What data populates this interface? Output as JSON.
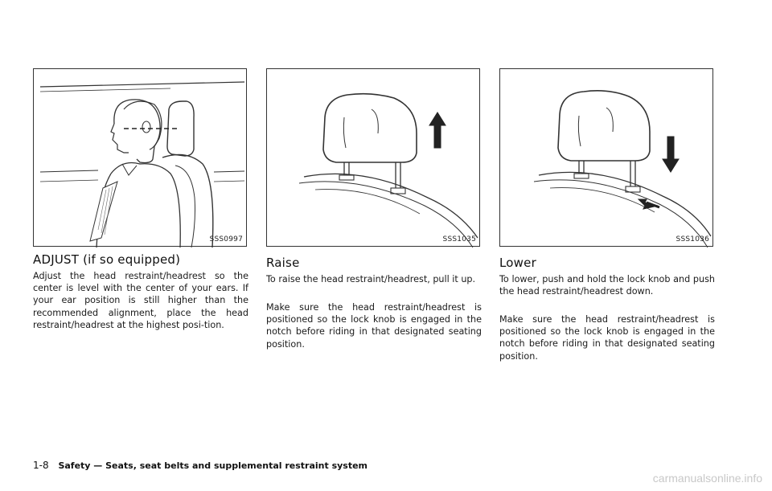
{
  "sections": [
    {
      "figure_code": "SSS0997",
      "heading": "ADJUST (if so equipped)",
      "paragraphs": [
        "Adjust the head restraint/headrest so the center is level with the center of your ears. If your ear position is still higher than the recommended alignment, place the head restraint/headrest at the highest posi-tion."
      ]
    },
    {
      "figure_code": "SSS1035",
      "heading": "Raise",
      "paragraphs": [
        "To raise the head restraint/headrest, pull it up.",
        "Make sure the head restraint/headrest is positioned so the lock knob is engaged in the notch before riding in that designated seating position."
      ]
    },
    {
      "figure_code": "SSS1036",
      "heading": "Lower",
      "paragraphs": [
        "To lower, push and hold the lock knob and push the head restraint/headrest down.",
        "Make sure the head restraint/headrest is positioned so the lock knob is engaged in the notch before riding in that designated seating position."
      ]
    }
  ],
  "footer": {
    "page_number": "1-8",
    "chapter_title": "Safety — Seats, seat belts and supplemental restraint system"
  },
  "watermark": "carmanualsonline.info"
}
